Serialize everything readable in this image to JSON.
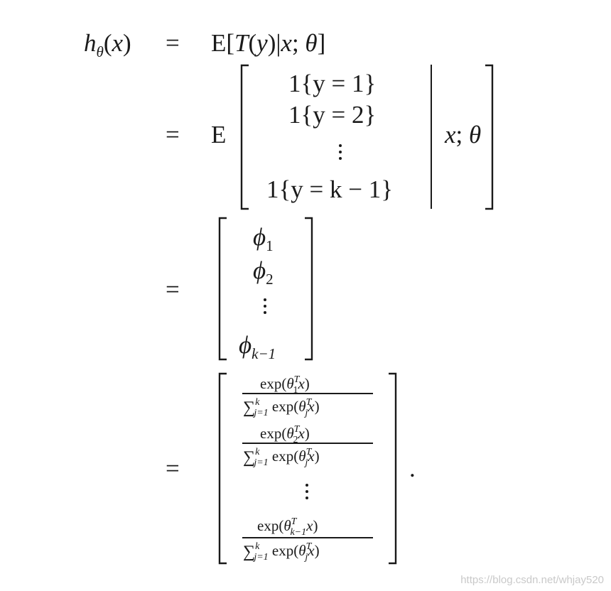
{
  "equation": {
    "lhs": {
      "h": "h",
      "theta": "θ",
      "open": "(",
      "x": "x",
      "close": ")"
    },
    "eq_sign": "=",
    "line1": {
      "E": "E",
      "open": "[",
      "T": "T",
      "paren_open": "(",
      "y": "y",
      "paren_close": ")|",
      "x": "x",
      "semi": "; ",
      "theta": "θ",
      "close": "]"
    },
    "line2": {
      "E": "E",
      "rows": [
        "1{y = 1}",
        "1{y = 2}",
        "1{y = k − 1}"
      ],
      "cond_x": "x",
      "cond_semi": "; ",
      "cond_theta": "θ"
    },
    "line3": {
      "phi": "ϕ",
      "subs": [
        "1",
        "2",
        "k−1"
      ]
    },
    "line4": {
      "fractions": [
        {
          "num_exp": "exp(",
          "num_theta": "θ",
          "num_sup": "T",
          "num_sub": "1",
          "num_x": "x",
          "num_close": ")"
        },
        {
          "num_exp": "exp(",
          "num_theta": "θ",
          "num_sup": "T",
          "num_sub": "2",
          "num_x": "x",
          "num_close": ")"
        },
        {
          "num_exp": "exp(",
          "num_theta": "θ",
          "num_sup": "T",
          "num_sub": "k−1",
          "num_x": "x",
          "num_close": ")"
        }
      ],
      "den": {
        "sum": "∑",
        "sum_sup": "k",
        "sum_sub": "j=1",
        "exp": " exp(",
        "theta": "θ",
        "sup": "T",
        "sub": "j",
        "x": "x",
        "close": ")"
      },
      "period": "."
    }
  },
  "watermark": "https://blog.csdn.net/whjay520"
}
